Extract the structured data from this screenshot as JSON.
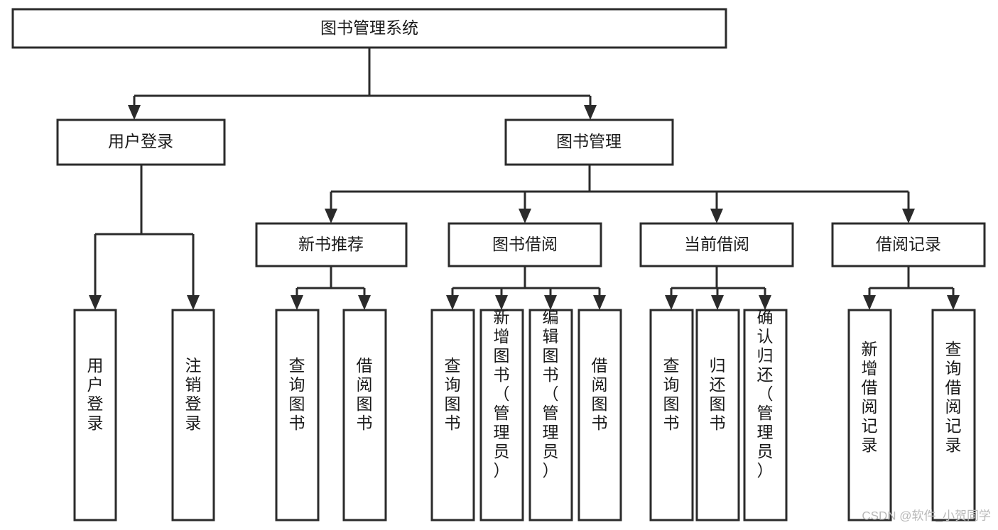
{
  "diagram": {
    "title": "图书管理系统",
    "type": "tree-hierarchy",
    "watermark": "CSDN @软件_小贺同学",
    "colors": {
      "background": "#ffffff",
      "box_fill": "#ffffff",
      "box_stroke": "#2b2b2b",
      "text": "#1a1a1a",
      "watermark": "#b8b8b8"
    },
    "root": {
      "label": "图书管理系统"
    },
    "level1": [
      {
        "label": "用户登录"
      },
      {
        "label": "图书管理"
      }
    ],
    "level2": [
      {
        "label": "新书推荐"
      },
      {
        "label": "图书借阅"
      },
      {
        "label": "当前借阅"
      },
      {
        "label": "借阅记录"
      }
    ],
    "leaves": {
      "user_login": [
        {
          "label": "用户登录"
        },
        {
          "label": "注销登录"
        }
      ],
      "new_book_recommend": [
        {
          "label": "查询图书"
        },
        {
          "label": "借阅图书"
        }
      ],
      "book_borrow": [
        {
          "label": "查询图书"
        },
        {
          "label": "新增图书（管理员）"
        },
        {
          "label": "编辑图书（管理员）"
        },
        {
          "label": "借阅图书"
        }
      ],
      "current_borrow": [
        {
          "label": "查询图书"
        },
        {
          "label": "归还图书"
        },
        {
          "label": "确认归还（管理员）"
        }
      ],
      "borrow_record": [
        {
          "label": "新增借阅记录"
        },
        {
          "label": "查询借阅记录"
        }
      ]
    }
  }
}
